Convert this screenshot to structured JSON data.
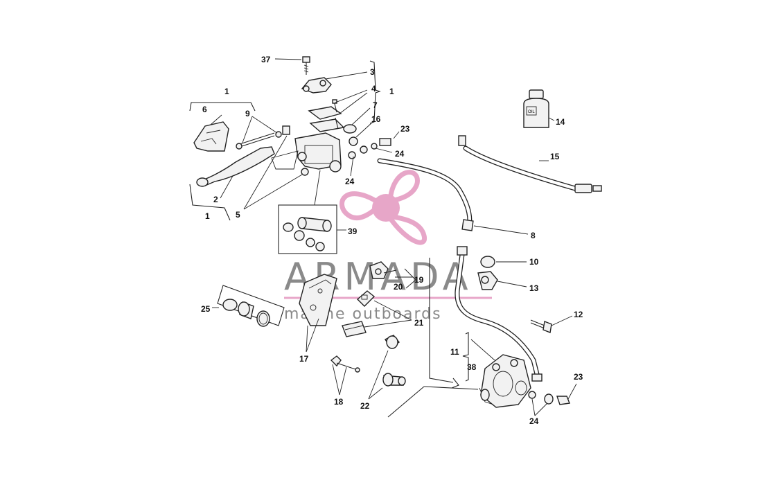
{
  "watermark": {
    "brand": "ARMADA",
    "tagline": "marine outboards",
    "logo_icon": "propeller-icon",
    "logo_color": "#e7a6c8",
    "text_color": "#8a8a8a"
  },
  "callouts": {
    "c37": "37",
    "c3": "3",
    "c4": "4",
    "c1_right": "1",
    "c7": "7",
    "c16": "16",
    "c23_top": "23",
    "c24_top_right": "24",
    "c24_top_left": "24",
    "c1_left": "1",
    "c6": "6",
    "c9": "9",
    "c2": "2",
    "c5": "5",
    "c1_bottom": "1",
    "c39": "39",
    "c14": "14",
    "c15": "15",
    "c8": "8",
    "c10": "10",
    "c13": "13",
    "c19": "19",
    "c20": "20",
    "c21": "21",
    "c25": "25",
    "c17": "17",
    "c12": "12",
    "c11": "11",
    "c38": "38",
    "c18": "18",
    "c22": "22",
    "c23_bottom": "23",
    "c24_bottom": "24"
  },
  "bottle_label": "OIL"
}
